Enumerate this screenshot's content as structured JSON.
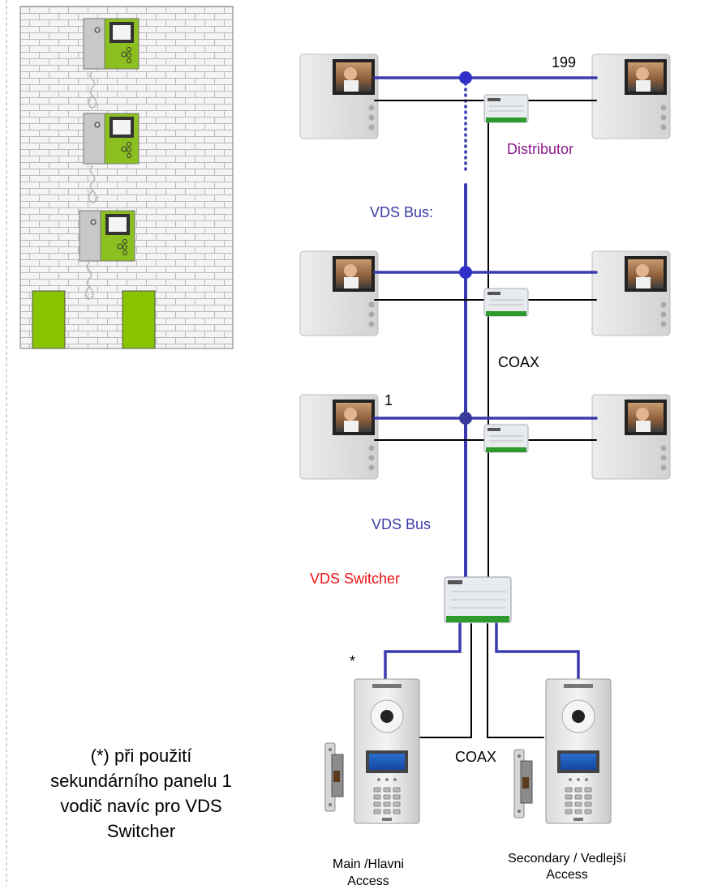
{
  "colors": {
    "bus": "#3b3bb0",
    "wire": "#000000",
    "switcher_label": "#ee1111",
    "distributor_label": "#8b1a8b",
    "bus_label": "#3b3ba8",
    "monitor_panel": "#8cc020",
    "door": "#88c400",
    "brick_wall": "#f2f2f2"
  },
  "labels": {
    "apt_top": "199",
    "apt_bottom": "1",
    "distributor": "Distributor",
    "vds_bus_top": "VDS Bus:",
    "vds_bus_bottom": "VDS Bus",
    "coax_mid": "COAX",
    "coax_bottom": "COAX",
    "vds_switcher": "VDS Switcher",
    "asterisk": "*",
    "main_access": "Main /Hlavni",
    "main_access_2": "Access",
    "secondary_access": "Secondary / Vedlejší",
    "secondary_access_2": "Access"
  },
  "note": {
    "line1": "(*) při použití",
    "line2": "sekundárního panelu 1",
    "line3": "vodič navíc pro VDS",
    "line4": "Switcher"
  },
  "icons": [
    "building-wall-icon",
    "indoor-monitor-icon",
    "handset-cord-icon",
    "door-icon",
    "video-monitor-icon",
    "distributor-module-icon",
    "vds-switcher-module-icon",
    "door-panel-icon",
    "electric-lock-icon",
    "bus-junction-icon"
  ]
}
